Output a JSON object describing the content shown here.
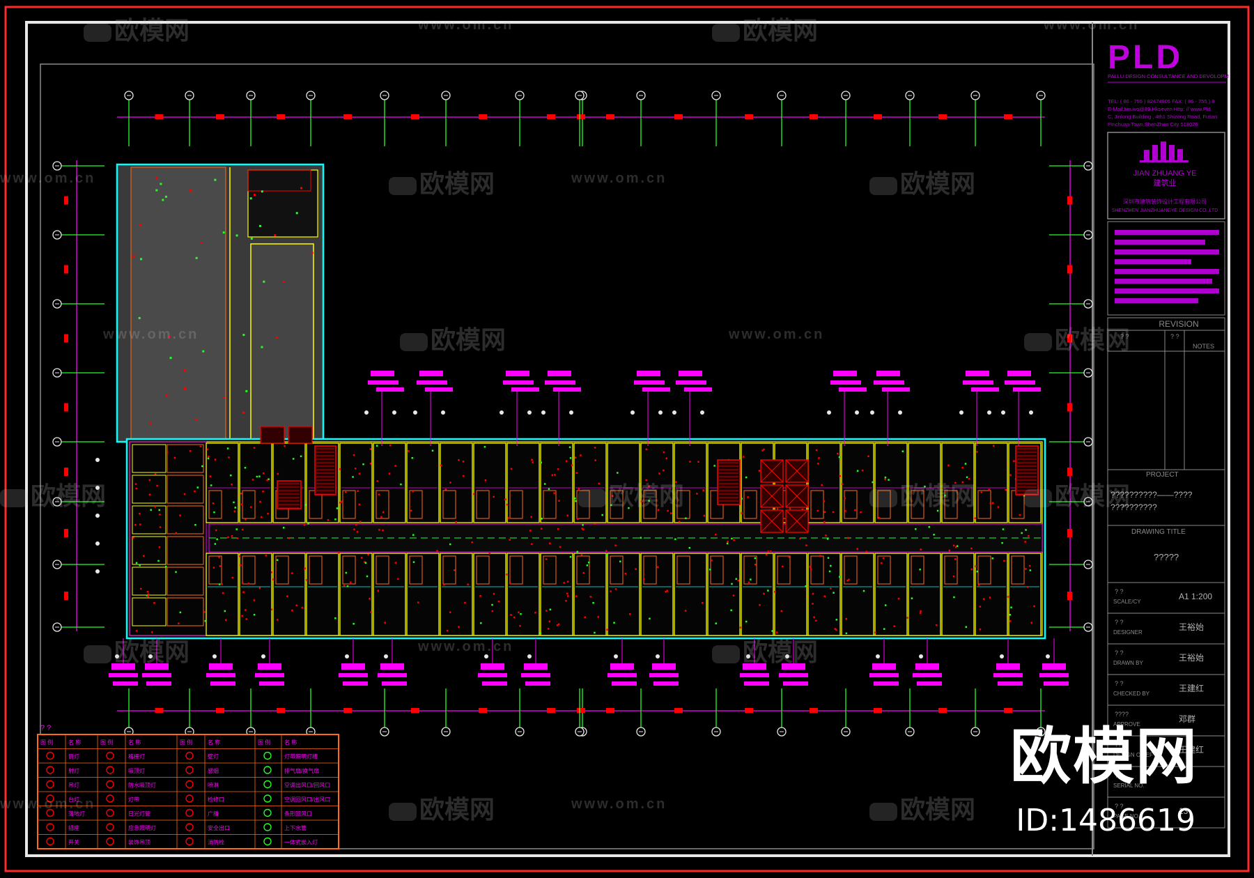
{
  "colors": {
    "background": "#000000",
    "frame_red": "#ff2a2a",
    "frame_white": "#e8e8e8",
    "magenta": "#ff00ff",
    "green": "#22ff22",
    "cyan": "#00ffff",
    "yellow": "#ffff00",
    "red": "#ff0000",
    "orange": "#ff6a1a",
    "purple": "#b000d0",
    "gray": "#8a8a8a"
  },
  "watermark": {
    "brand": "欧模网",
    "url": "www.om.cn",
    "big_brand": "欧模网",
    "id_text": "ID:1486619"
  },
  "title_block": {
    "logo": "PLD",
    "logo_subtitle": "PALLU DESIGN CONSULTANCE AND DEVOLOPM",
    "contact_lines": [
      "TEL: ( 86 - 755 ) 82474905     FAX: ( 86 - 755 ) 8",
      "E-Mail:hm.ivo@89.Hkseven     Http: // www.Pld",
      "C, Jinlong Building , 4th1 Shizong Road, Futian",
      "Pinchuan Town,ShenZhen City 518026"
    ],
    "client_en": "JIAN ZHUANG YE",
    "client_cn": "建筑业",
    "client_lines": [
      "深圳市建筑装饰设计工程有限公司",
      "SHENZHEN JIANZHUANGYE DESIGN CO.,LTD"
    ],
    "revision_label": "REVISION",
    "revision_cols": [
      "? ?",
      "? ?",
      "NOTES"
    ],
    "project_label": "PROJECT",
    "project_lines": [
      "??????????——????",
      "??????????"
    ],
    "drawing_title_label": "DRAWING TITLE",
    "drawing_title_value": "?????",
    "fields": [
      {
        "cn": "? ?",
        "en": "SCALE/CY",
        "value": "A1   1:200"
      },
      {
        "cn": "? ?",
        "en": "DESIGNER",
        "value": "王裕始"
      },
      {
        "cn": "? ?",
        "en": "DRAWN BY",
        "value": "王裕始"
      },
      {
        "cn": "? ?",
        "en": "CHECKED BY",
        "value": "王建红"
      },
      {
        "cn": "????",
        "en": "APPROVE",
        "value": "邓群"
      },
      {
        "cn": "????",
        "en": "DESIGN CHIEF",
        "value": "王建红"
      },
      {
        "cn": "? ?",
        "en": "SERIAL NO.",
        "value": "13"
      },
      {
        "cn": "? ?",
        "en": "PAGE NO.",
        "value": "13"
      }
    ]
  },
  "legend": {
    "title": "? ?",
    "headers": [
      "图 例",
      "名 称",
      "图 例",
      "名 称",
      "图 例",
      "名 称",
      "图 例",
      "名 称"
    ],
    "rows": [
      [
        "",
        "筒灯",
        "",
        "格栅灯",
        "",
        "壁灯",
        "",
        "灯带照明灯槽"
      ],
      [
        "",
        "射灯",
        "",
        "吸顶灯",
        "",
        "感烟",
        "",
        "排气扇/换气扇"
      ],
      [
        "",
        "吊灯",
        "",
        "防水吸顶灯",
        "",
        "喷淋",
        "",
        "空调出风口/回风口"
      ],
      [
        "",
        "台灯",
        "",
        "灯带",
        "",
        "检修口",
        "",
        "空调回风口/出风口"
      ],
      [
        "",
        "落地灯",
        "",
        "日光灯管",
        "",
        "广播",
        "",
        "条形回风口"
      ],
      [
        "",
        "插座",
        "",
        "应急照明灯",
        "",
        "安全出口",
        "",
        "上下水管"
      ],
      [
        "",
        "开关",
        "",
        "装饰吊顶",
        "",
        "消防栓",
        "",
        "一体式嵌入灯"
      ]
    ]
  }
}
